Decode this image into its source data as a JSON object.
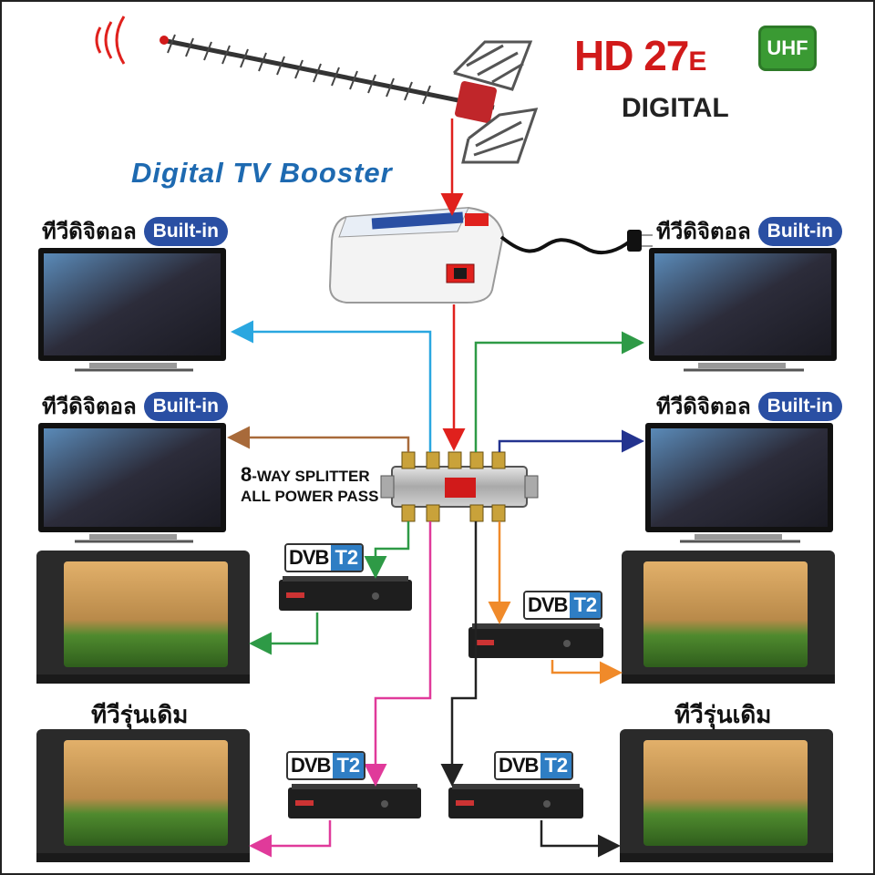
{
  "header": {
    "hd_prefix": "HD 27",
    "hd_suffix": "E",
    "band": "UHF",
    "digital": "DIGITAL"
  },
  "booster": {
    "title": "Digital TV Booster"
  },
  "tv_labels": {
    "digital_text": "ทีวีดิจิตอล",
    "builtin": "Built-in",
    "old_tv": "ทีวีรุ่นเดิม"
  },
  "splitter": {
    "line1_num": "8",
    "line1_rest": "-WAY SPLITTER",
    "line2": "ALL POWER PASS"
  },
  "decoder": {
    "dv": "DVB",
    "t2": "T2"
  },
  "colors": {
    "arrow_red": "#e0211d",
    "arrow_cyan": "#2aa7e0",
    "arrow_green": "#2e9a46",
    "arrow_brown": "#a86a3a",
    "arrow_navy": "#23338f",
    "arrow_pink": "#e03a9a",
    "arrow_orange": "#f08a2a",
    "arrow_black": "#222222",
    "accent_blue": "#1e6ab1",
    "hd_red": "#d11a1a",
    "uhf_green": "#3a9a33"
  },
  "icons": [
    "signal-waves-icon",
    "antenna-icon",
    "booster-device-icon",
    "splitter-icon",
    "set-top-box-icon",
    "smart-tv-icon",
    "crt-tv-icon"
  ]
}
